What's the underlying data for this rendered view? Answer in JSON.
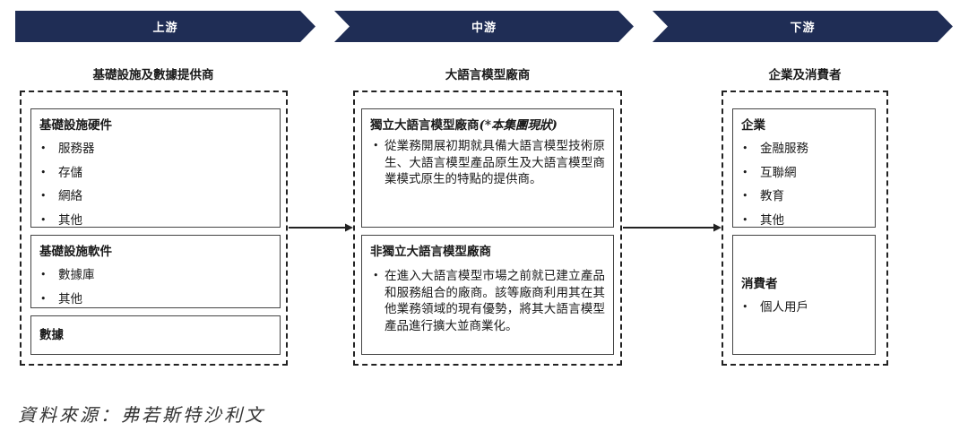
{
  "stages": [
    {
      "label": "上游"
    },
    {
      "label": "中游"
    },
    {
      "label": "下游"
    }
  ],
  "columns": {
    "upstream": {
      "title": "基礎設施及數據提供商",
      "hardware": {
        "title": "基礎設施硬件",
        "items": [
          "服務器",
          "存儲",
          "網絡",
          "其他"
        ]
      },
      "software": {
        "title": "基礎設施軟件",
        "items": [
          "數據庫",
          "其他"
        ]
      },
      "data": {
        "title": "數據"
      }
    },
    "midstream": {
      "title": "大語言模型廠商",
      "exclusive": {
        "title": "獨立大語言模型廠商",
        "note": "(*本集團現狀)",
        "desc": "從業務開展初期就具備大語言模型技術原生、大語言模型產品原生及大語言模型商業模式原生的特點的提供商。"
      },
      "non_exclusive": {
        "title": "非獨立大語言模型廠商",
        "desc": "在進入大語言模型市場之前就已建立產品和服務組合的廠商。該等廠商利用其在其他業務領域的現有優勢，將其大語言模型產品進行擴大並商業化。"
      }
    },
    "downstream": {
      "title": "企業及消費者",
      "enterprise": {
        "title": "企業",
        "items": [
          "金融服務",
          "互聯網",
          "教育",
          "其他"
        ]
      },
      "consumer": {
        "title": "消費者",
        "items": [
          "個人用戶"
        ]
      }
    }
  },
  "source": "資料來源：弗若斯特沙利文",
  "colors": {
    "chevron": "#1f2d55",
    "border": "#222222"
  }
}
